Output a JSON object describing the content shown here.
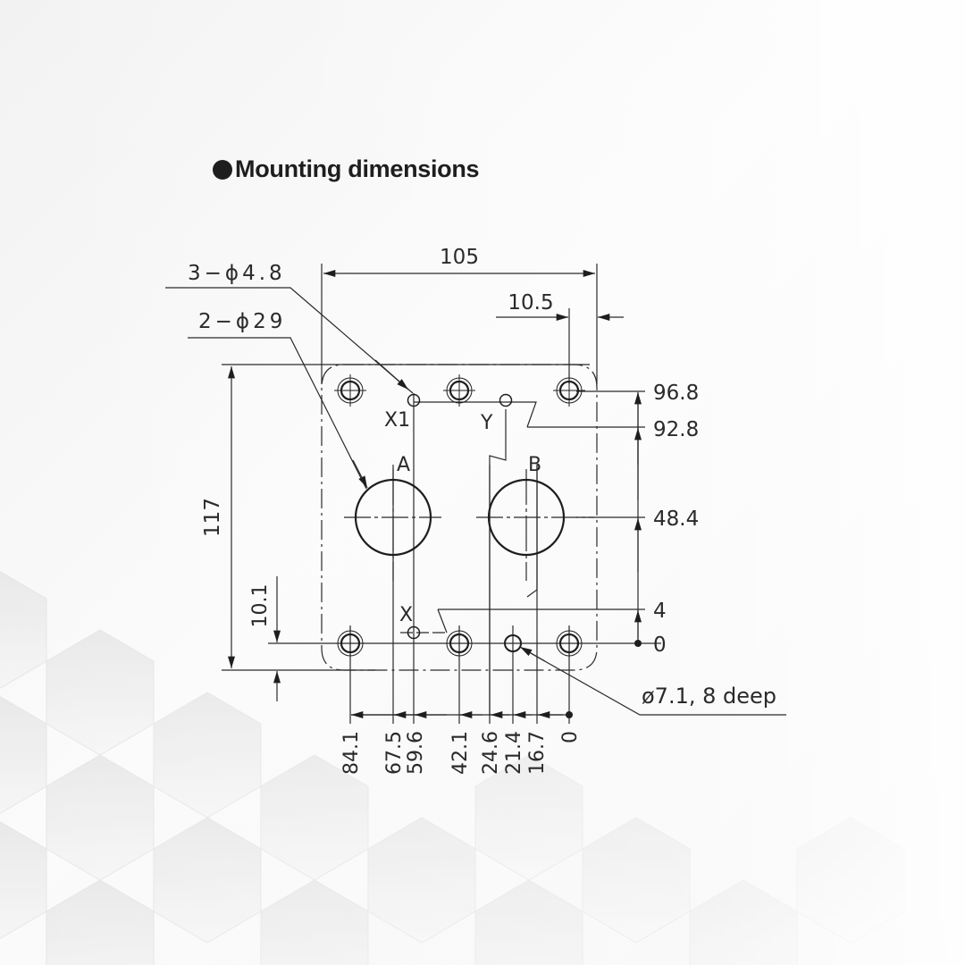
{
  "title": "Mounting dimensions",
  "colors": {
    "ink": "#2a2a2a",
    "background": "#f7f7f7",
    "hex_shade": "#e9e9e9"
  },
  "callouts": {
    "small_holes": "3−ϕ4.8",
    "large_ports": "2−ϕ29",
    "pin_hole": "ø7.1, 8 deep"
  },
  "port_labels": {
    "A": "A",
    "B": "B",
    "X": "X",
    "X1": "X1",
    "Y": "Y"
  },
  "dimensions": {
    "overall_width": "105",
    "right_offset": "10.5",
    "overall_height": "117",
    "bottom_offset": "10.1",
    "vertical": [
      "96.8",
      "92.8",
      "48.4",
      "4",
      "0"
    ],
    "horizontal": [
      "84.1",
      "67.5",
      "59.6",
      "42.1",
      "24.6",
      "21.4",
      "16.7",
      "0"
    ]
  }
}
